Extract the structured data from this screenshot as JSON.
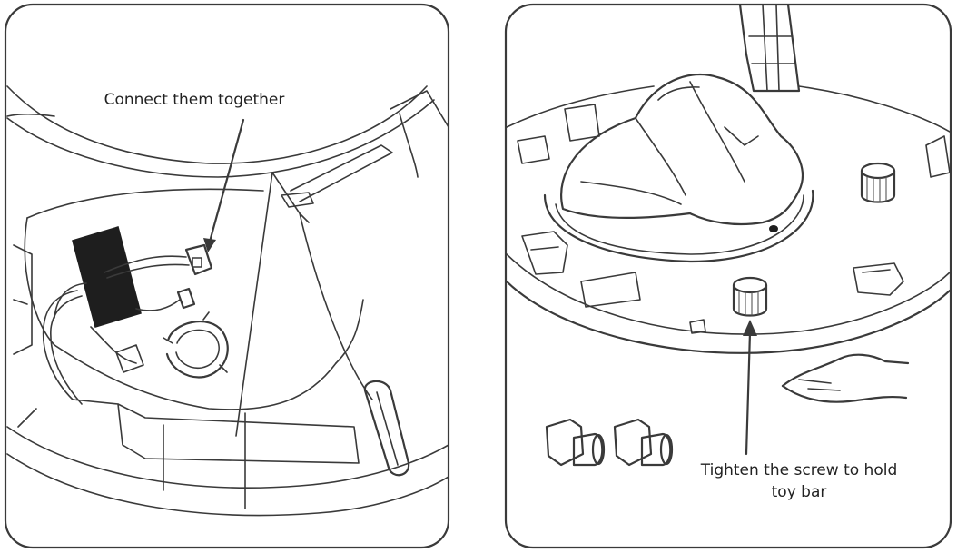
{
  "panels": [
    {
      "callout": "Connect them together"
    },
    {
      "callout_lines": [
        "Tighten the screw to hold",
        "toy bar"
      ]
    }
  ],
  "colors": {
    "line": "#3a3a3a",
    "fill_dark": "#1e1e1e",
    "background": "#ffffff"
  }
}
